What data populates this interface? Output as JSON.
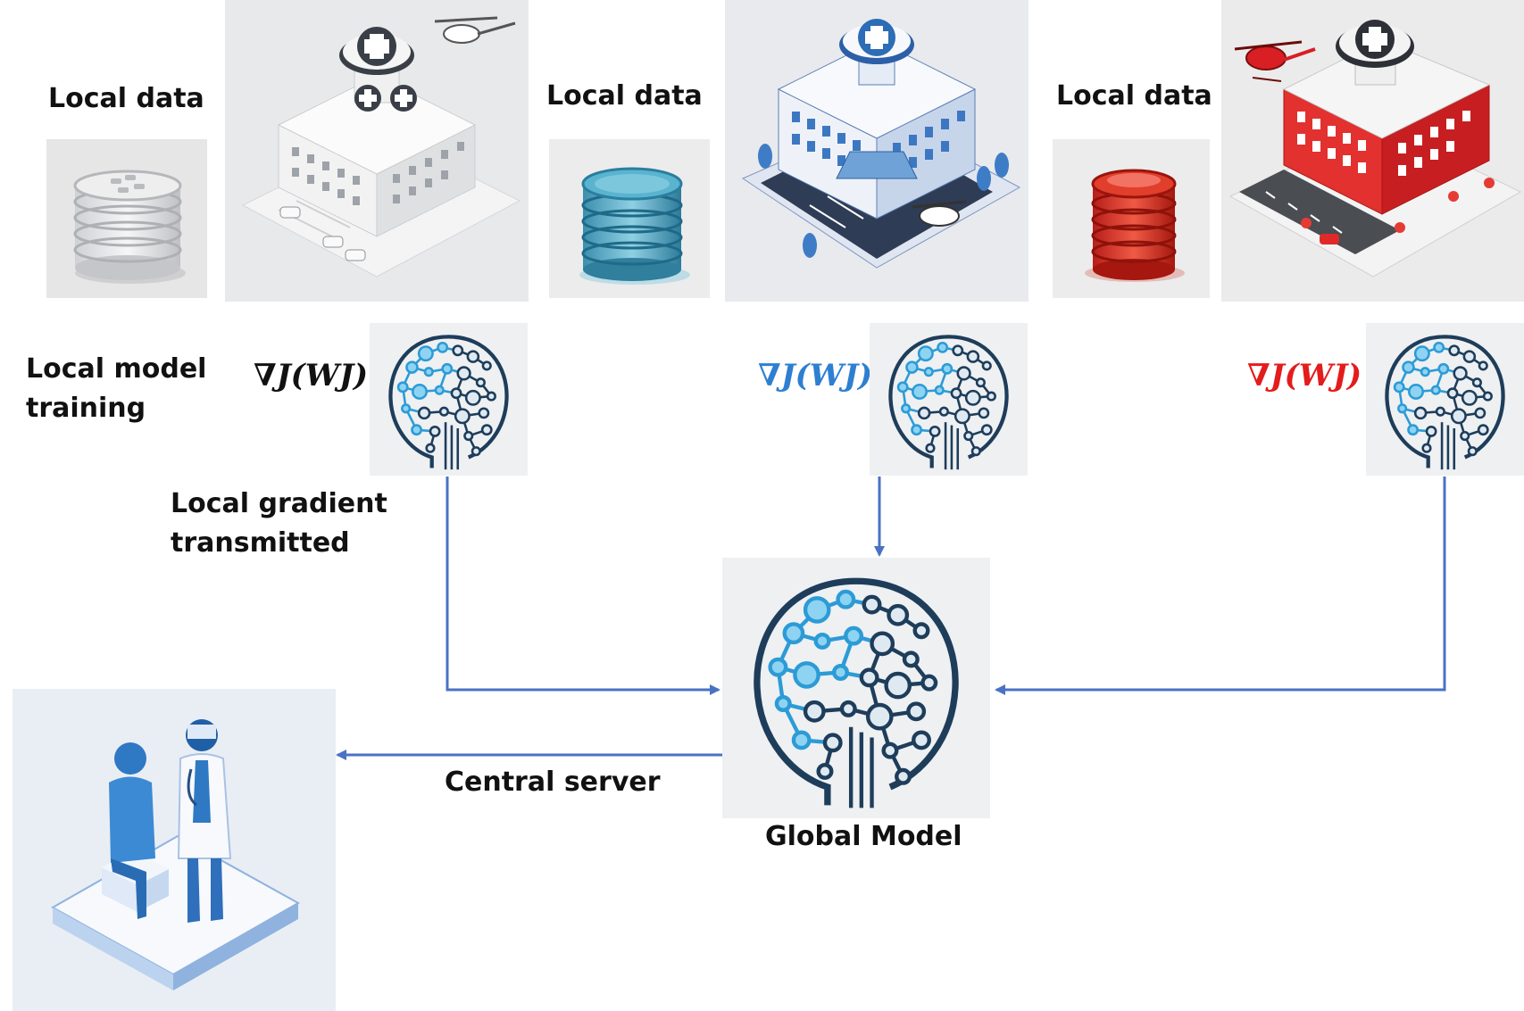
{
  "labels": {
    "local_data": "Local data",
    "local_model_training_line1": "Local model",
    "local_model_training_line2": "training",
    "local_gradient_line1": "Local gradient",
    "local_gradient_line2": "transmitted",
    "central_server": "Central server",
    "global_model": "Global Model"
  },
  "gradients": [
    {
      "text": "∇J(WJ)",
      "color": "#111111"
    },
    {
      "text": "∇J(WJ)",
      "color": "#2e7fd1"
    },
    {
      "text": "∇J(WJ)",
      "color": "#e31c1c"
    }
  ],
  "colors": {
    "arrow": "#4a72c4",
    "hospital_1": "#e9eaec",
    "hospital_2": "#3d7ec8",
    "hospital_3": "#d9232f",
    "brain_blue": "#2c9bd6",
    "brain_dark": "#1e3d5a"
  },
  "icons": [
    "database-icon",
    "hospital-icon",
    "brain-circuit-icon",
    "doctor-patient-icon"
  ]
}
